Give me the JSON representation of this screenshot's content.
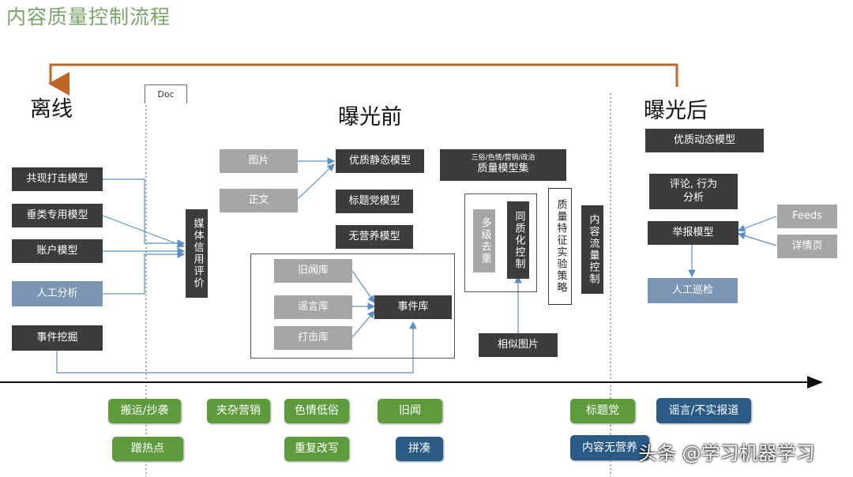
{
  "title": "内容质量控制流程",
  "stages": {
    "offline": "离线",
    "pre": "曝光前",
    "post": "曝光后"
  },
  "doc_label": "Doc",
  "offline_models": [
    "共现打击模型",
    "垂类专用模型",
    "账户模型",
    "人工分析",
    "事件挖掘"
  ],
  "media_credit": "媒体信用评价",
  "pre_inputs": [
    "图片",
    "正文"
  ],
  "pre_models": [
    "优质静态模型",
    "标题党模型",
    "无营养模型"
  ],
  "libraries": [
    "旧闻库",
    "谣言库",
    "打击库"
  ],
  "event_library": "事件库",
  "quality_set": {
    "top": "三俗/色情/营销/政治",
    "main": "质量模型集"
  },
  "dedup": "多级去重",
  "homog": "同质化控制",
  "strategy": "质量特征实验策略",
  "flow_ctrl": "内容流量控制",
  "similar_images": "相似图片",
  "post_items": {
    "dynamic_model": "优质动态模型",
    "comment_behavior": "评论, 行为分析",
    "report_model": "举报模型",
    "feeds": "Feeds",
    "detail_page": "详情页",
    "manual_patrol": "人工巡检"
  },
  "problems": {
    "green": [
      "搬运/抄袭",
      "蹭热点",
      "夹杂营销",
      "色情低俗",
      "重复改写",
      "旧闻",
      "标题党"
    ],
    "blue": [
      "拼凑",
      "谣言/不实报道",
      "内容无营养"
    ]
  },
  "watermark": "头条 @学习机器学习",
  "colors": {
    "title": "#7aa36a",
    "arrow_top": "#c0662a",
    "blue_line": "#5a8fc4"
  }
}
